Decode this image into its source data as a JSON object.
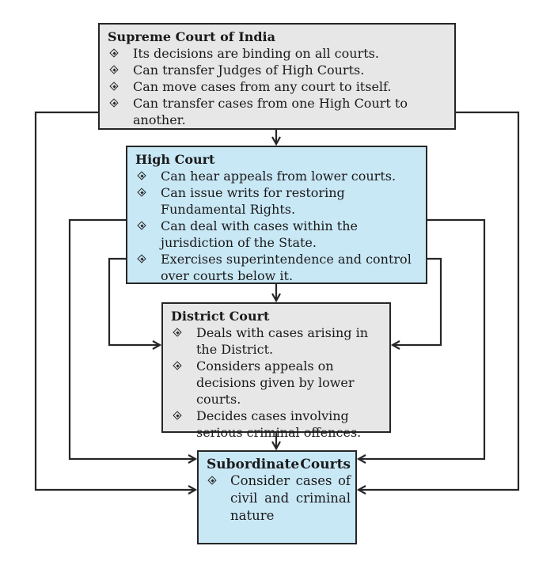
{
  "supreme_court": {
    "title": "Supreme Court of India",
    "points": [
      "Its decisions are binding on all courts.",
      "Can transfer Judges of High Courts.",
      "Can move cases from any court to itself.",
      "Can transfer cases from one High Court to another."
    ]
  },
  "high_court": {
    "title": "High Court",
    "points": [
      "Can hear appeals from lower courts.",
      "Can issue writs for restoring Fundamental Rights.",
      "Can deal with cases within the jurisdiction of the State.",
      "Exercises superintendence and control over courts below it."
    ]
  },
  "district_court": {
    "title": "District Court",
    "points": [
      "Deals with cases arising in the District.",
      "Considers appeals on decisions given by lower courts.",
      "Decides cases involving serious criminal offences."
    ]
  },
  "subordinate_courts": {
    "title_word_1": "Subordinate",
    "title_word_2": "Courts",
    "points": [
      "Consider cases of civil and criminal nature"
    ]
  },
  "colors": {
    "grey_box": "#e7e7e7",
    "blue_box": "#c9e8f6",
    "line": "#262626"
  }
}
